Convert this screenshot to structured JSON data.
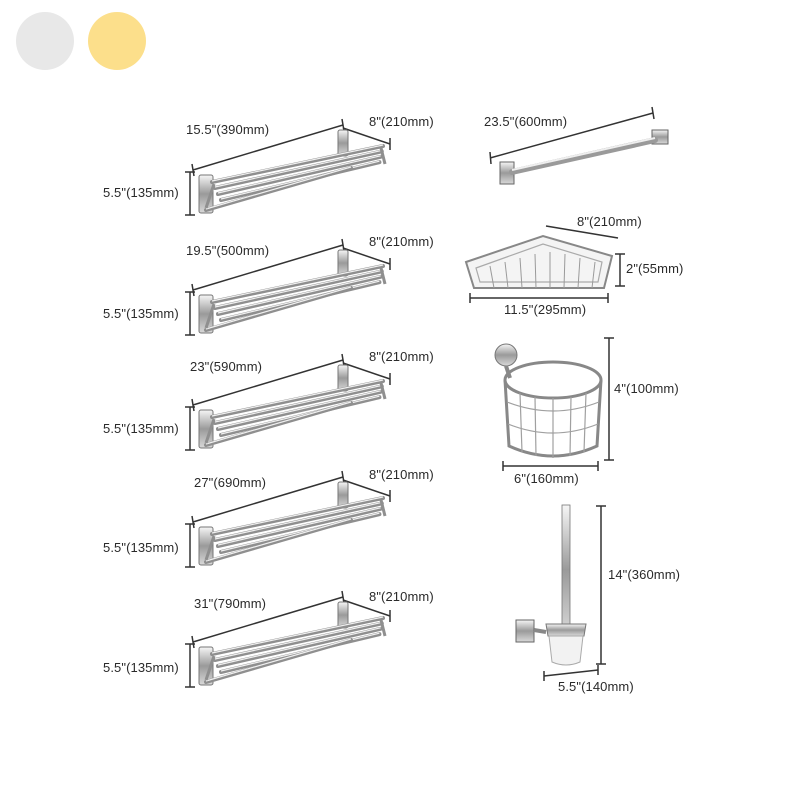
{
  "color_swatches": [
    {
      "name": "chrome",
      "hex": "#e8e8e8"
    },
    {
      "name": "gold",
      "hex": "#fcdf8b"
    }
  ],
  "towel_racks": [
    {
      "length_label": "15.5\"(390mm)",
      "depth_label": "8\"(210mm)",
      "height_label": "5.5\"(135mm)"
    },
    {
      "length_label": "19.5\"(500mm)",
      "depth_label": "8\"(210mm)",
      "height_label": "5.5\"(135mm)"
    },
    {
      "length_label": "23\"(590mm)",
      "depth_label": "8\"(210mm)",
      "height_label": "5.5\"(135mm)"
    },
    {
      "length_label": "27\"(690mm)",
      "depth_label": "8\"(210mm)",
      "height_label": "5.5\"(135mm)"
    },
    {
      "length_label": "31\"(790mm)",
      "depth_label": "8\"(210mm)",
      "height_label": "5.5\"(135mm)"
    }
  ],
  "towel_bar": {
    "length_label": "23.5\"(600mm)"
  },
  "corner_basket": {
    "depth_label": "8\"(210mm)",
    "height_label": "2\"(55mm)",
    "width_label": "11.5\"(295mm)"
  },
  "paper_holder": {
    "height_label": "4\"(100mm)",
    "width_label": "6\"(160mm)"
  },
  "toilet_brush": {
    "height_label": "14\"(360mm)",
    "width_label": "5.5\"(140mm)"
  }
}
